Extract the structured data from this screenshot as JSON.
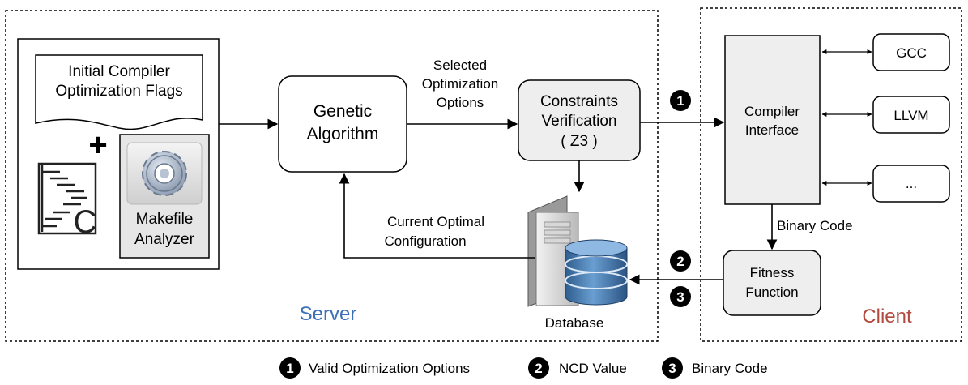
{
  "server": {
    "label": "Server",
    "label_color": "#3b6fb6",
    "flags_doc": {
      "line1": "Initial Compiler",
      "line2": "Optimization Flags"
    },
    "plus": "+",
    "makefile": {
      "line1": "Makefile",
      "line2": "Analyzer"
    },
    "code_file_letter": "C",
    "genetic": {
      "line1": "Genetic",
      "line2": "Algorithm"
    },
    "selected_label": {
      "line1": "Selected",
      "line2": "Optimization",
      "line3": "Options"
    },
    "constraints": {
      "line1": "Constraints",
      "line2": "Verification",
      "line3": "( Z3 )"
    },
    "current_label": {
      "line1": "Current Optimal",
      "line2": "Configuration"
    },
    "database": "Database"
  },
  "client": {
    "label": "Client",
    "label_color": "#b34a3f",
    "compiler": {
      "line1": "Compiler",
      "line2": "Interface"
    },
    "compilers": [
      "GCC",
      "LLVM",
      "..."
    ],
    "binary_code": "Binary Code",
    "fitness": {
      "line1": "Fitness",
      "line2": "Function"
    }
  },
  "markers": [
    "1",
    "2",
    "3"
  ],
  "legend": [
    {
      "number": "1",
      "text": "Valid Optimization Options"
    },
    {
      "number": "2",
      "text": "NCD Value"
    },
    {
      "number": "3",
      "text": "Binary Code"
    }
  ],
  "colors": {
    "box_fill": "#eeeeee",
    "stroke": "#000000"
  }
}
